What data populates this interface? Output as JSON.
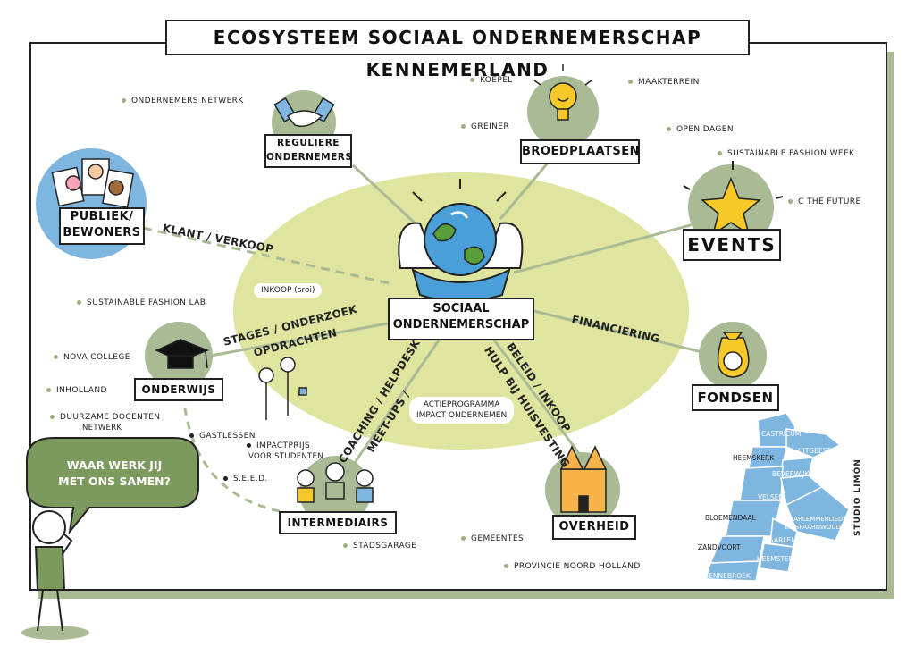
{
  "title": "ECOSYSTEEM SOCIAAL ONDERNEMERSCHAP KENNEMERLAND",
  "center": {
    "line1": "SOCIAAL",
    "line2": "ONDERNEMERSCHAP"
  },
  "nodes": {
    "reguliere": {
      "line1": "REGULIERE",
      "line2": "ONDERNEMERS"
    },
    "broedplaatsen": "BROEDPLAATSEN",
    "events": "EVENTS",
    "publiek": {
      "line1": "PUBLIEK/",
      "line2": "BEWONERS"
    },
    "onderwijs": "ONDERWIJS",
    "fondsen": "FONDSEN",
    "intermediairs": "INTERMEDIAIRS",
    "overheid": "OVERHEID"
  },
  "connectors": {
    "klant": "KLANT / VERKOOP",
    "stages1": "STAGES / ONDERZOEK",
    "stages2": "OPDRACHTEN",
    "financiering": "FINANCIERING",
    "coaching1": "COACHING / HELPDESK",
    "coaching2": "MEET-UPS /",
    "beleid1": "BELEID / INKOOP",
    "beleid2": "HULP BIJ HUISVESTING"
  },
  "bullets": {
    "ondernemers_netwerk": "ONDERNEMERS NETWERK",
    "koepel": "KOEPEL",
    "maakterrein": "MAAKTERREIN",
    "greiner": "GREINER",
    "open_dagen": "OPEN DAGEN",
    "sustainable_fashion_week": "SUSTAINABLE FASHION WEEK",
    "c_the_future": "C THE FUTURE",
    "inkoop": "INKOOP (sroi)",
    "sustainable_fashion_lab": "SUSTAINABLE FASHION LAB",
    "nova_college": "NOVA COLLEGE",
    "inholland": "INHOLLAND",
    "duurzame1": "DUURZAME DOCENTEN",
    "duurzame2": "NETWERK",
    "gastlessen": "GASTLESSEN",
    "impactprijs1": "IMPACTPRIJS",
    "impactprijs2": "VOOR STUDENTEN",
    "seed": "S.E.E.D.",
    "actie1": "ACTIEPROGRAMMA",
    "actie2": "IMPACT ONDERNEMEN",
    "stadsgarage": "STADSGARAGE",
    "gemeentes": "GEMEENTES",
    "provincie": "PROVINCIE NOORD HOLLAND"
  },
  "speech": {
    "line1": "WAAR WERK JIJ",
    "line2": "MET ONS SAMEN?"
  },
  "map_places": {
    "castricum": "CASTRICUM",
    "uitgeest": "UITGEEST",
    "heemskerk": "HEEMSKERK",
    "beverwijk": "BEVERWIJK",
    "velsen": "VELSEN",
    "bloemendaal": "BLOEMENDAAL",
    "haarlemmerliede1": "HAARLEMMERLIEDE",
    "haarlemmerliede2": "EN SPAARNWOUDE",
    "haarlem": "HAARLEM",
    "zandvoort": "ZANDVOORT",
    "heemstede": "HEEMSTEDE",
    "bennebroek": "BENNEBROEK"
  },
  "credit": "STUDIO LIMÓN",
  "colors": {
    "ellipse": "#dfe59e",
    "node_circle": "#a9bb95",
    "map": "#7fb6e0",
    "frame_shadow": "#a9bb95",
    "globe": "#4a9fd8",
    "land": "#5a9e3a",
    "gold": "#f6c928"
  }
}
